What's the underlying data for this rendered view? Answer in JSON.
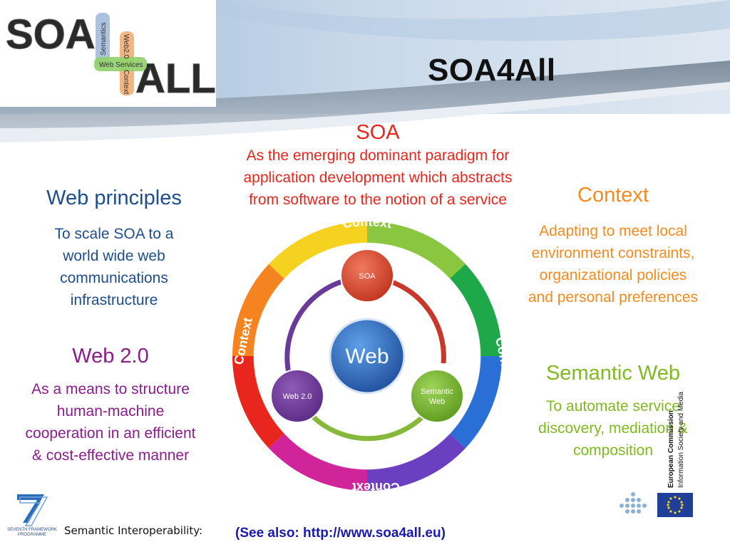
{
  "logo": {
    "word_soa": "SOA",
    "word_all": "ALL",
    "plus_labels": [
      "Semantics",
      "Web2.0",
      "Web Services",
      "Context"
    ]
  },
  "slide_title": "SOA4All",
  "soa": {
    "heading": "SOA",
    "text_lines": [
      "As the emerging dominant paradigm for",
      "application development which abstracts",
      "from software to the notion of a service"
    ]
  },
  "web_principles": {
    "heading": "Web principles",
    "text_lines": [
      "To scale SOA to a",
      "world wide web",
      "communications",
      "infrastructure"
    ]
  },
  "context": {
    "heading": "Context",
    "text_lines": [
      "Adapting to meet local",
      "environment constraints,",
      "organizational policies",
      "and personal preferences"
    ]
  },
  "web20": {
    "heading": "Web 2.0",
    "text_lines": [
      "As a means to structure",
      "human-machine",
      "cooperation in an efficient",
      "& cost-effective manner"
    ]
  },
  "semantic_web": {
    "heading": "Semantic Web",
    "text_lines": [
      "To automate service",
      "discovery, mediation &",
      "composition"
    ]
  },
  "diagram": {
    "ring_labels": [
      "Context",
      "Context",
      "Context",
      "Context"
    ],
    "center_label": "Web",
    "node_soa": "SOA",
    "node_web20": "Web 2.0",
    "node_semantic_line1": "Semantic",
    "node_semantic_line2": "Web"
  },
  "fp7_logo": {
    "line1": "SEVENTH FRAMEWORK",
    "line2": "PROGRAMME"
  },
  "ec_logo": {
    "line1": "European Commission",
    "line2": "Information Society and Media"
  },
  "footer": {
    "left_text": "Semantic Interoperability:",
    "link_text": "(See also: http://www.soa4all.eu)"
  },
  "colors": {
    "blue": "#1f4e8c",
    "red": "#e8261d",
    "orange": "#f58a1f",
    "purple": "#8b1c8c",
    "green": "#7fba1f"
  }
}
